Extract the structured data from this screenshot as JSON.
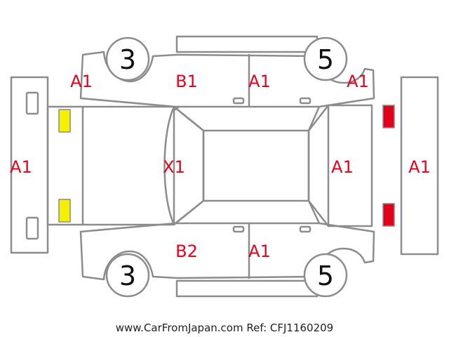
{
  "diagram": {
    "wheels": {
      "front_left": "3",
      "rear_left": "5",
      "front_right": "3",
      "rear_right": "5"
    },
    "labels": {
      "front_bumper": "A1",
      "front_left_fender": "A1",
      "front_left_door": "B1",
      "rear_left_door": "A1",
      "rear_left_fender": "A1",
      "roof": "X1",
      "tailgate": "A1",
      "rear_bumper": "A1",
      "front_right_door": "B2",
      "rear_right_door": "A1"
    },
    "colors": {
      "label": "#e8001c",
      "outline": "#8c8c8c",
      "headlight": "#f5f000",
      "taillight": "#e2001a"
    }
  },
  "footer": {
    "text": "www.CarFromJapan.com Ref: CFJ1160209"
  }
}
